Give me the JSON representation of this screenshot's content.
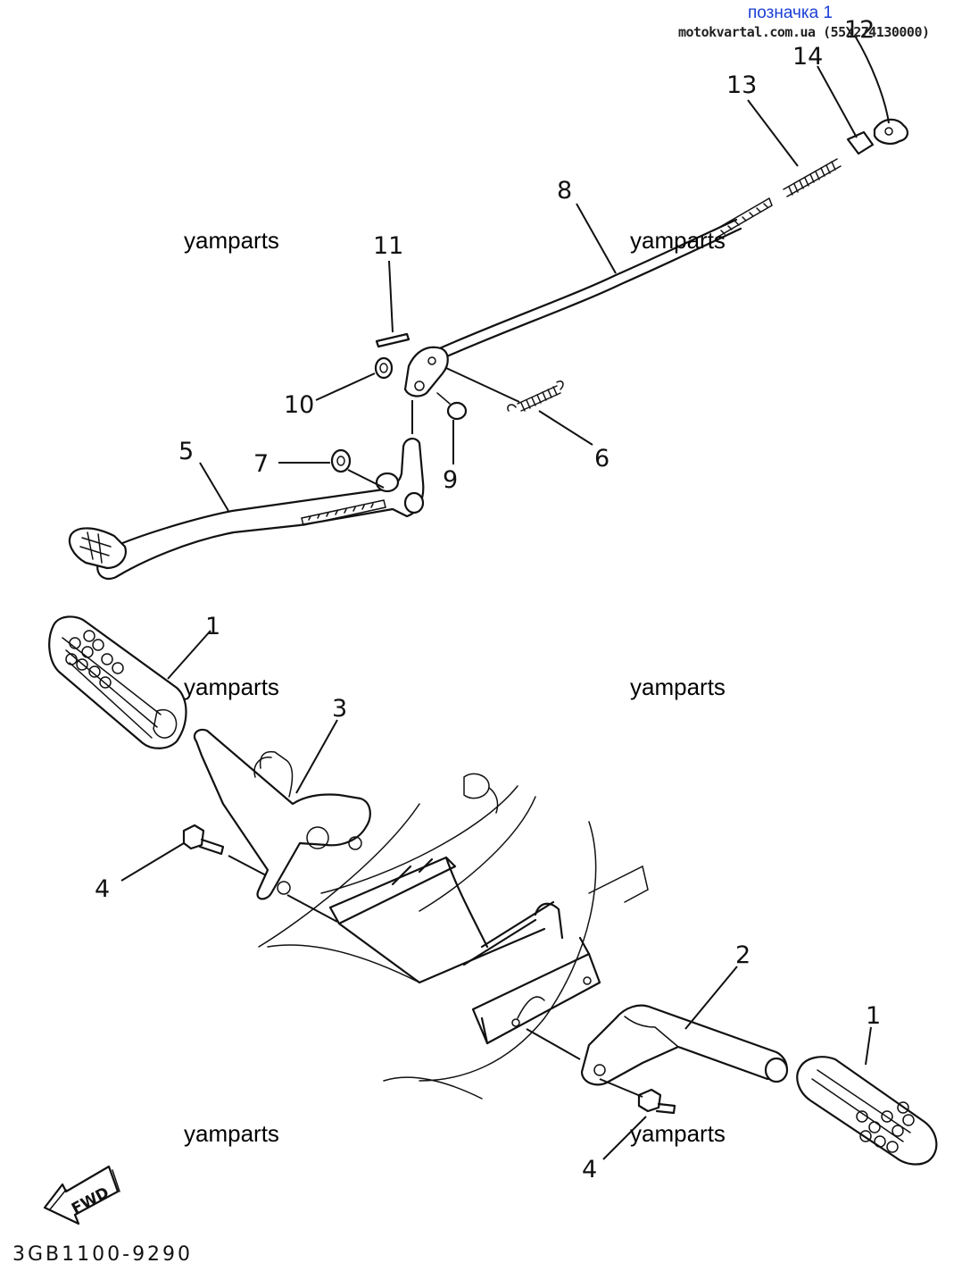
{
  "header": {
    "title": "позначка 1",
    "source": "motokvartal.com.ua (55X274130000)"
  },
  "watermark": "yamparts",
  "part_labels": {
    "p1a": "1",
    "p1b": "1",
    "p2": "2",
    "p3": "3",
    "p4a": "4",
    "p4b": "4",
    "p5": "5",
    "p6": "6",
    "p7": "7",
    "p8": "8",
    "p9": "9",
    "p10": "10",
    "p11": "11",
    "p12": "12",
    "p13": "13",
    "p14": "14"
  },
  "fwd_label": "FWD",
  "diagram_code": "3GB1100-9290"
}
